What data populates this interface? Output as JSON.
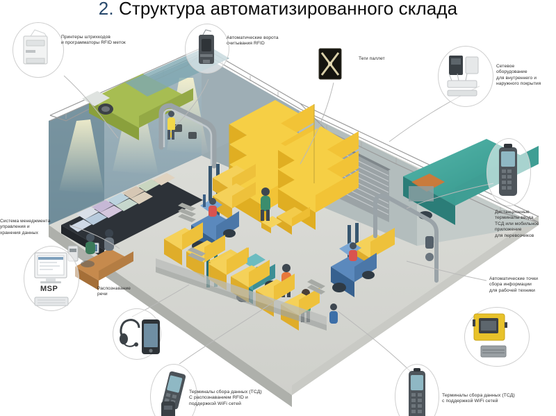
{
  "slide": {
    "number": "2.",
    "title": "Структура автоматизированного склада",
    "title_full": "2. Структура автоматизированного склада",
    "background_color": "#ffffff",
    "title_color": "#0d0d0d",
    "number_color": "#27486b"
  },
  "callouts": [
    {
      "id": "barcode-printers",
      "label": "Принтеры штрихкодов\nи программаторы RFID меток",
      "device": "barcode-printer",
      "position": "top-left"
    },
    {
      "id": "rfid-gate",
      "label": "Автоматические ворота\nсчитывания RFID",
      "device": "rfid-reader-gate",
      "position": "top-center-left"
    },
    {
      "id": "pallet-tags",
      "label": "Теги паллет",
      "device": "rfid-pallet-tag",
      "position": "top-center"
    },
    {
      "id": "network-equipment",
      "label": "Сетевое\nоборудование\nдля внутреннего и\nнаружного покрытия",
      "device": "wifi-access-point",
      "position": "top-right"
    },
    {
      "id": "remote-terminals",
      "label": "Дистанционные\nтерминалы ввода\nТСД или мобильное\nприложение\nдля перевозчиков",
      "device": "rugged-handheld-terminal",
      "position": "right"
    },
    {
      "id": "auto-collection-points",
      "label": "Автоматические точки\nсбора информации\nдля рабочей техники",
      "device": "vehicle-mount-terminal",
      "position": "right-lower"
    },
    {
      "id": "management-system",
      "label": "Система менеджмента\nуправления и\nхранения данных",
      "device": "desktop-monitor",
      "device_caption": "MSP",
      "position": "left"
    },
    {
      "id": "voice-recognition",
      "label": "Распознавание\nречи",
      "device": "voice-headset",
      "position": "left-lower"
    },
    {
      "id": "data-terminals-rfid",
      "label": "Терминалы сбора данных (ТСД)\nС распознаванием RFID и\nподдержкой WiFi сетей",
      "device": "rfid-handheld-terminal",
      "position": "bottom-center"
    },
    {
      "id": "data-terminals-wifi",
      "label": "Терминалы сбора данных (ТСД)\nс поддержкой WiFi сетей",
      "device": "wifi-handheld-terminal",
      "position": "bottom-right"
    }
  ],
  "scene": {
    "name": "automated-warehouse-isometric",
    "elements": [
      "truck",
      "loading-dock",
      "rfid-gate-arch",
      "roller-shutter-door",
      "pallet-racking",
      "forklift",
      "workers",
      "office-desk",
      "conveyor-shelf",
      "floor-markings",
      "roof-trusses",
      "ceiling-lights"
    ],
    "palette": {
      "floor": "#d8d9d4",
      "wall": "#b9c2c4",
      "wall_dark": "#6d8a96",
      "pallet_yellow": "#f0c02c",
      "pallet_yellow_light": "#f7d54e",
      "pallet_yellow_dark": "#d6a31e",
      "forklift_blue": "#3f6fa8",
      "forklift_teal": "#2e7f86",
      "truck_green": "#8fa83f",
      "trailer_teal": "#3fa79a",
      "worker_orange": "#e8783c",
      "worker_green": "#3f8f6a"
    }
  }
}
